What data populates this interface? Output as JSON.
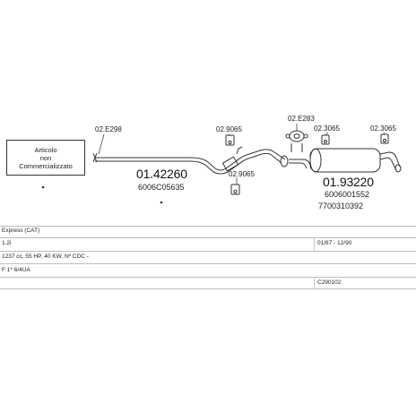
{
  "box": {
    "line1": "Articolo",
    "line2": "non",
    "line3": "Commercializzato"
  },
  "refs": {
    "r1": "02.E298",
    "r2": "02.9065",
    "r3": "02.E283",
    "r4": "02.3065",
    "r5": "02.3065",
    "r6": "02.9065"
  },
  "parts": {
    "front": {
      "number": "01.42260",
      "code": "6006C05635"
    },
    "rear": {
      "number": "01.93220",
      "code1": "6006001552",
      "code2": "7700310392"
    }
  },
  "rows": {
    "model": "Express (CAT)",
    "engine": "1.2i",
    "date": "01/87 - 12/90",
    "spec": "1237 cc, 55 HP, 40 KW, Nº CDC -",
    "chassis": "F 1* 6/4UA",
    "catalog": "C290102"
  },
  "colors": {
    "line": "#333333",
    "grid": "#bdbdbd"
  }
}
